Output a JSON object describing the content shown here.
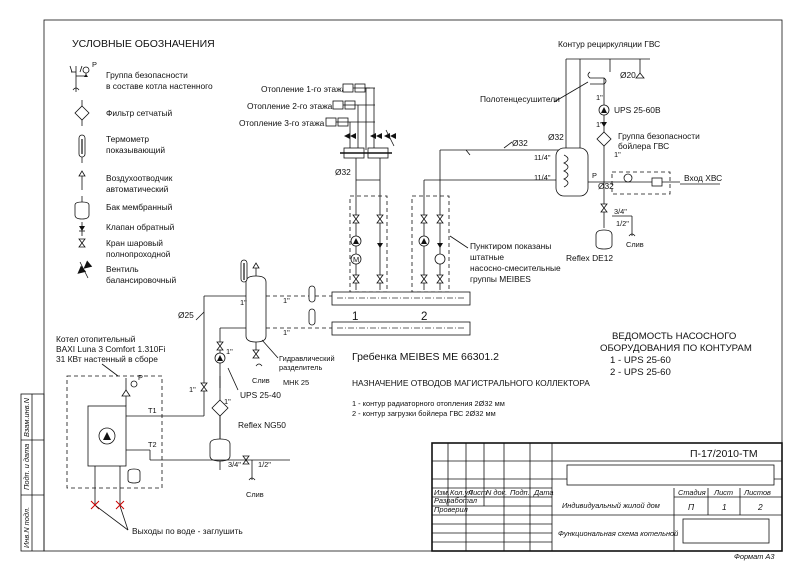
{
  "legend": {
    "title": "УСЛОВНЫЕ ОБОЗНАЧЕНИЯ",
    "safety_group": [
      "Группа безопасности",
      "в составе котла настенного"
    ],
    "filter": "Фильтр сетчатый",
    "thermometer": [
      "Термометр",
      "показывающий"
    ],
    "air_vent": [
      "Воздухоотводчик",
      "автоматический"
    ],
    "tank": "Бак мембранный",
    "check_valve": "Клапан обратный",
    "ball_valve": [
      "Кран шаровый",
      "полнопроходной"
    ],
    "balancing_valve": [
      "Вентиль",
      "балансировочный"
    ]
  },
  "heating_floors": [
    "Отопление 1-го этажа",
    "Отопление 2-го этажа",
    "Отопление 3-го этажа"
  ],
  "dhw_recirc": {
    "title": "Контур рециркуляции ГВС",
    "towel": "Полотенцесушители",
    "pump": "UPS 25-60B",
    "safety": [
      "Группа безопасности",
      "бойлера ГВС"
    ],
    "cold_in": "Вход ХВС",
    "reflex": "Reflex DE12",
    "phi20": "Ø20"
  },
  "manifold_note": [
    "Пунктиром показаны",
    "штатные",
    "насосно-смесительные",
    "группы MEIBES"
  ],
  "manifold_title": "Гребенка MEIBES ME 66301.2",
  "hydro": [
    "Гидравлический",
    "разделитель",
    "МНК 25"
  ],
  "boiler": [
    "Котел отопительный",
    "BAXI Luna 3 Comfort 1.310Fi",
    "31 КВт настенный в сборе"
  ],
  "boiler_pump": "UPS 25-40",
  "reflex_ng": "Reflex NG50",
  "outlets": "Выходы по воде - заглушить",
  "drain": "Слив",
  "sizes": {
    "d25": "Ø25",
    "d32": "Ø32",
    "inch1": "1\"",
    "inch1_2": "1/2\"",
    "inch3_4": "3/4\"",
    "inch11_4": "11/4\""
  },
  "pipe_labels": {
    "t1": "T1",
    "t2": "T2",
    "p": "P",
    "m": "M"
  },
  "circuits": {
    "c1": "1",
    "c2": "2"
  },
  "assign": {
    "title": "НАЗНАЧЕНИЕ ОТВОДОВ МАГИСТРАЛЬНОГО КОЛЛЕКТОРА",
    "line1": "1 - контур радиаторного отопления  2Ø32 мм",
    "line2": "2 - контур загрузки бойлера ГВС  2Ø32 мм"
  },
  "pumps_list": {
    "title": [
      "ВЕДОМОСТЬ НАСОСНОГО",
      "ОБОРУДОВАНИЯ ПО КОНТУРАМ"
    ],
    "items": [
      "1 - UPS 25-60",
      "2 - UPS 25-60"
    ]
  },
  "side_stamp": [
    "Взам.инв.N",
    "Подп. и дата",
    "Инв.N подл."
  ],
  "title_block": {
    "code": "П-17/2010-ТМ",
    "cols": [
      "Изм.",
      "Кол.уч",
      "Лист",
      "N док.",
      "Подп.",
      "Дата"
    ],
    "developed": "Разработал",
    "checked": "Проверил",
    "object": "Индивидуальный жилой дом",
    "stage_h": "Стадия",
    "sheet_h": "Лист",
    "sheets_h": "Листов",
    "stage": "П",
    "sheet": "1",
    "sheets": "2",
    "drawing": "Функциональная схема котельной",
    "format": "Формат А3"
  }
}
